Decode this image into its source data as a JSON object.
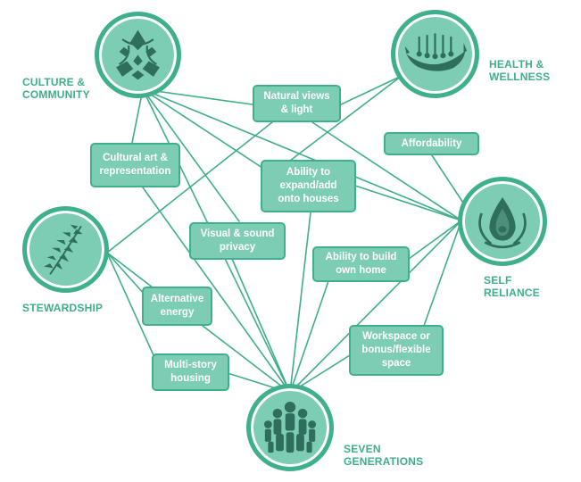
{
  "hubs": {
    "culture": {
      "label": [
        "CULTURE &",
        "COMMUNITY"
      ],
      "icon": "star-weave-icon"
    },
    "health": {
      "label": [
        "HEALTH &",
        "WELLNESS"
      ],
      "icon": "canoe-icon"
    },
    "self_reliance": {
      "label": [
        "SELF",
        "RELIANCE"
      ],
      "icon": "water-drop-icon"
    },
    "stewardship": {
      "label": [
        "STEWARDSHIP"
      ],
      "icon": "cedar-branch-icon"
    },
    "seven_generations": {
      "label": [
        "SEVEN",
        "GENERATIONS"
      ],
      "icon": "family-group-icon"
    }
  },
  "factors": {
    "natural_views": [
      "Natural views",
      "& light"
    ],
    "affordability": [
      "Affordability"
    ],
    "cultural_art": [
      "Cultural art &",
      "representation"
    ],
    "expand_add": [
      "Ability to",
      "expand/add",
      "onto houses"
    ],
    "privacy": [
      "Visual & sound",
      "privacy"
    ],
    "build_own": [
      "Ability to build",
      "own home"
    ],
    "alt_energy": [
      "Alternative",
      "energy"
    ],
    "workspace": [
      "Workspace or",
      "bonus/flexible",
      "space"
    ],
    "multistory": [
      "Multi-story",
      "housing"
    ]
  },
  "colors": {
    "fill": "#7dcdb4",
    "outline": "#3fb08d",
    "line": "#3fae8a",
    "label": "#3fae8a",
    "icon": "#2f6d5c"
  }
}
